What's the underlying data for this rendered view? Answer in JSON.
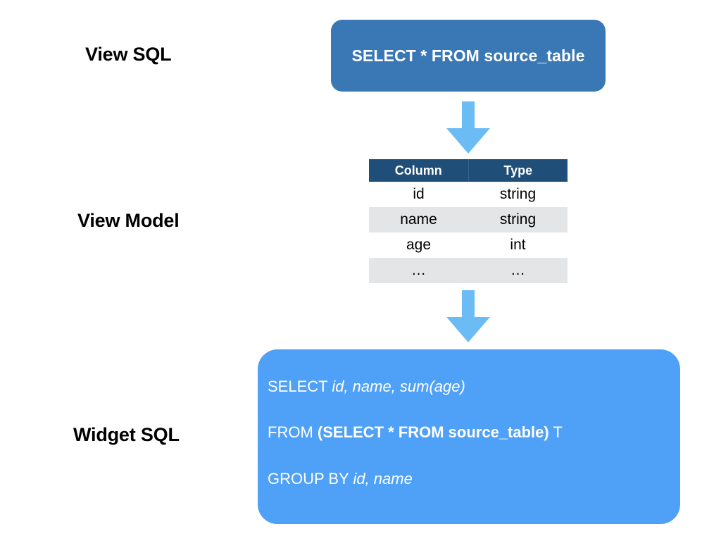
{
  "diagram": {
    "title": "View SQL to View Model to Widget SQL pipeline",
    "colors": {
      "view_sql_box": "#3A78B5",
      "table_header": "#1F4E79",
      "table_row_alt": "#E4E5E7",
      "widget_sql_box": "#4FA0F7",
      "arrow": "#6BBBF5",
      "label_text": "#000000",
      "box_text": "#FFFFFF"
    },
    "stages": [
      {
        "label": "View SQL"
      },
      {
        "label": "View Model"
      },
      {
        "label": "Widget SQL"
      }
    ],
    "view_sql": {
      "text": "SELECT * FROM source_table"
    },
    "view_model": {
      "headers": [
        "Column",
        "Type"
      ],
      "rows": [
        {
          "column": "id",
          "type": "string"
        },
        {
          "column": "name",
          "type": "string"
        },
        {
          "column": "age",
          "type": "int"
        },
        {
          "column": "…",
          "type": "…"
        }
      ]
    },
    "widget_sql": {
      "line1": {
        "keyword": "SELECT ",
        "italic": "id, name, sum(age)"
      },
      "line2": {
        "keyword": "FROM ",
        "bold": "(SELECT * FROM source_table)",
        "tail": " T"
      },
      "line3": {
        "keyword": "GROUP BY ",
        "italic": "id, name"
      }
    },
    "arrows": [
      {
        "name": "arrow-view-sql-to-view-model",
        "direction": "down"
      },
      {
        "name": "arrow-view-model-to-widget-sql",
        "direction": "down"
      }
    ]
  }
}
